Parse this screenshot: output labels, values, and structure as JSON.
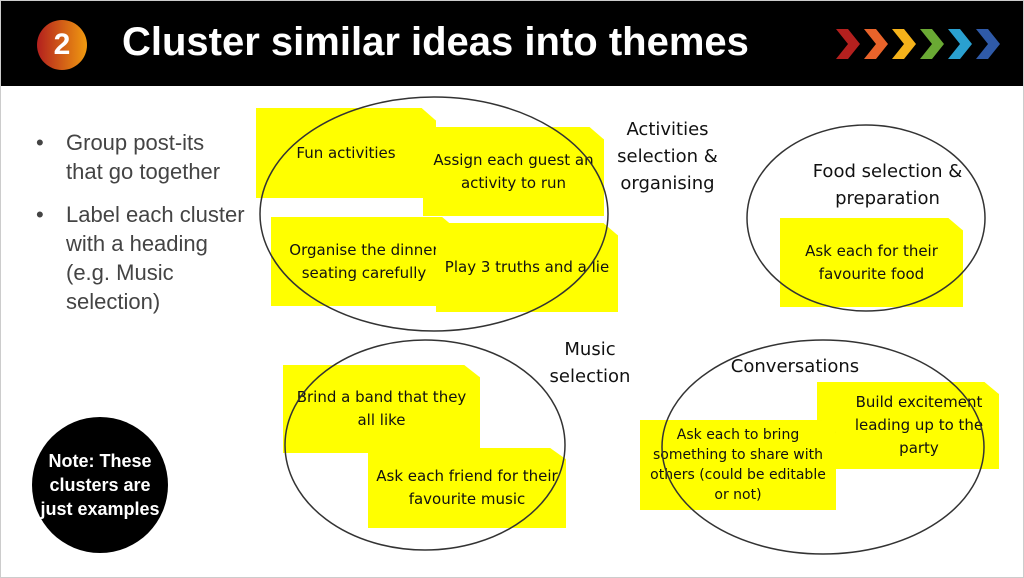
{
  "header": {
    "step": "2",
    "title": "Cluster similar ideas into themes",
    "chevron_colors": [
      "#b3201e",
      "#e8632a",
      "#f5b21a",
      "#6aa934",
      "#2aa0d0",
      "#2f5aa8"
    ]
  },
  "bullets": [
    "Group post-its that go together",
    "Label each cluster with a heading (e.g. Music selection)"
  ],
  "note": "Note: These clusters are just examples",
  "clusters": {
    "activities": {
      "label": "Activities selection & organising",
      "stickies": [
        "Fun activities",
        "Assign each guest an activity to run",
        "Organise the dinner seating carefully",
        "Play 3 truths and a lie"
      ]
    },
    "food": {
      "label": "Food selection & preparation",
      "stickies": [
        "Ask each for their favourite food"
      ]
    },
    "music": {
      "label": "Music selection",
      "stickies": [
        "Brind a band that they all like",
        "Ask each friend for their favourite music"
      ]
    },
    "conversations": {
      "label": "Conversations",
      "stickies": [
        "Build excitement leading up to the party",
        "Ask each to bring something to share with others (could be editable or not)"
      ]
    }
  }
}
